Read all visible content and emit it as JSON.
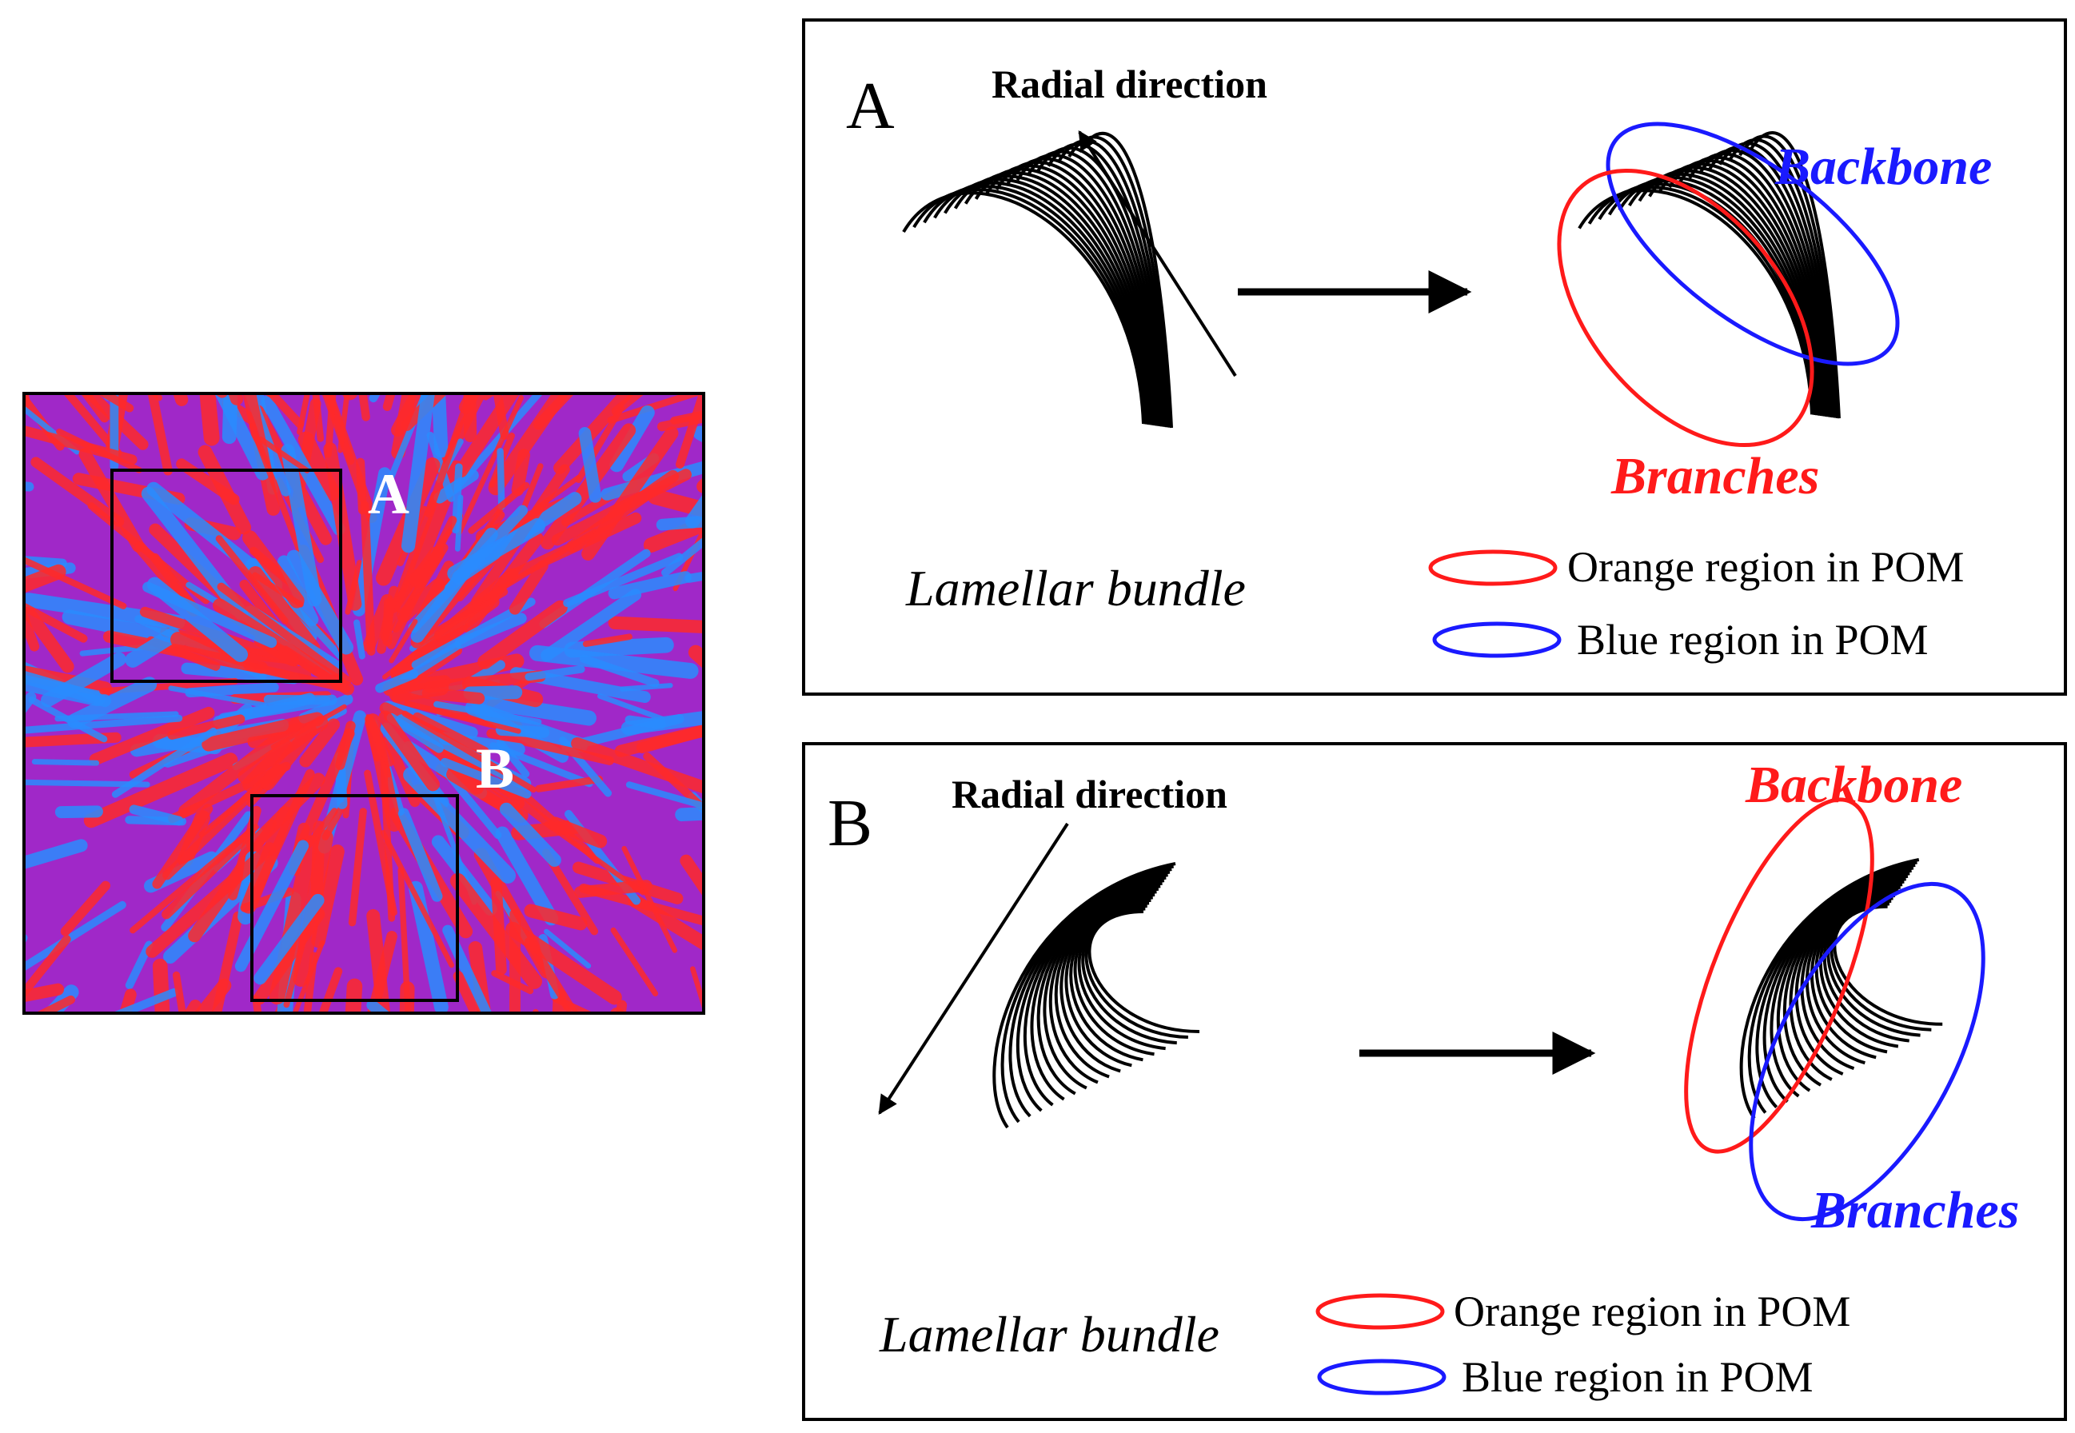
{
  "pom_image": {
    "label_a": "A",
    "label_b": "B",
    "colors": {
      "red": "#ff2a2a",
      "magenta": "#a028c8",
      "blue": "#2a8cff"
    }
  },
  "panel_a": {
    "letter": "A",
    "radial_label": "Radial direction",
    "backbone_label": "Backbone",
    "backbone_color": "#1a1aff",
    "branches_label": "Branches",
    "branches_color": "#ff1a1a",
    "bundle_label": "Lamellar bundle",
    "legend": [
      {
        "color": "#ff1a1a",
        "text": "Orange region in POM"
      },
      {
        "color": "#1a1aff",
        "text": "Blue region in POM"
      }
    ]
  },
  "panel_b": {
    "letter": "B",
    "radial_label": "Radial direction",
    "backbone_label": "Backbone",
    "backbone_color": "#ff1a1a",
    "branches_label": "Branches",
    "branches_color": "#1a1aff",
    "bundle_label": "Lamellar bundle",
    "legend": [
      {
        "color": "#ff1a1a",
        "text": "Orange region in POM"
      },
      {
        "color": "#1a1aff",
        "text": "Blue region in POM"
      }
    ]
  }
}
